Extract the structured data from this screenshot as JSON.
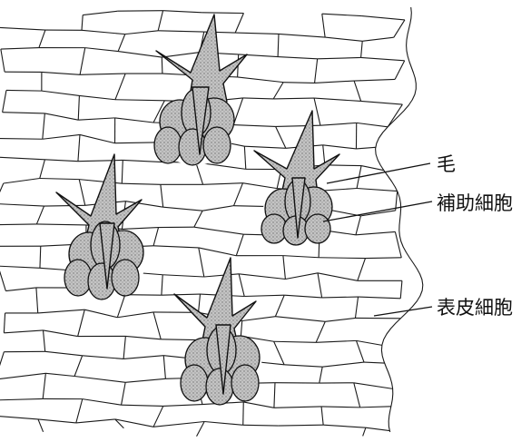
{
  "labels": {
    "hair": "毛",
    "subsidiary_cells": "補助細胞",
    "epidermal_cells": "表皮細胞"
  },
  "structures": {
    "trichome_count": 4,
    "trichomes": [
      {
        "name": "trichome-1"
      },
      {
        "name": "trichome-2"
      },
      {
        "name": "trichome-3"
      },
      {
        "name": "trichome-4"
      }
    ]
  },
  "colors": {
    "line": "#111111",
    "stipple_fill": "#bdbdbd",
    "background": "#ffffff"
  }
}
